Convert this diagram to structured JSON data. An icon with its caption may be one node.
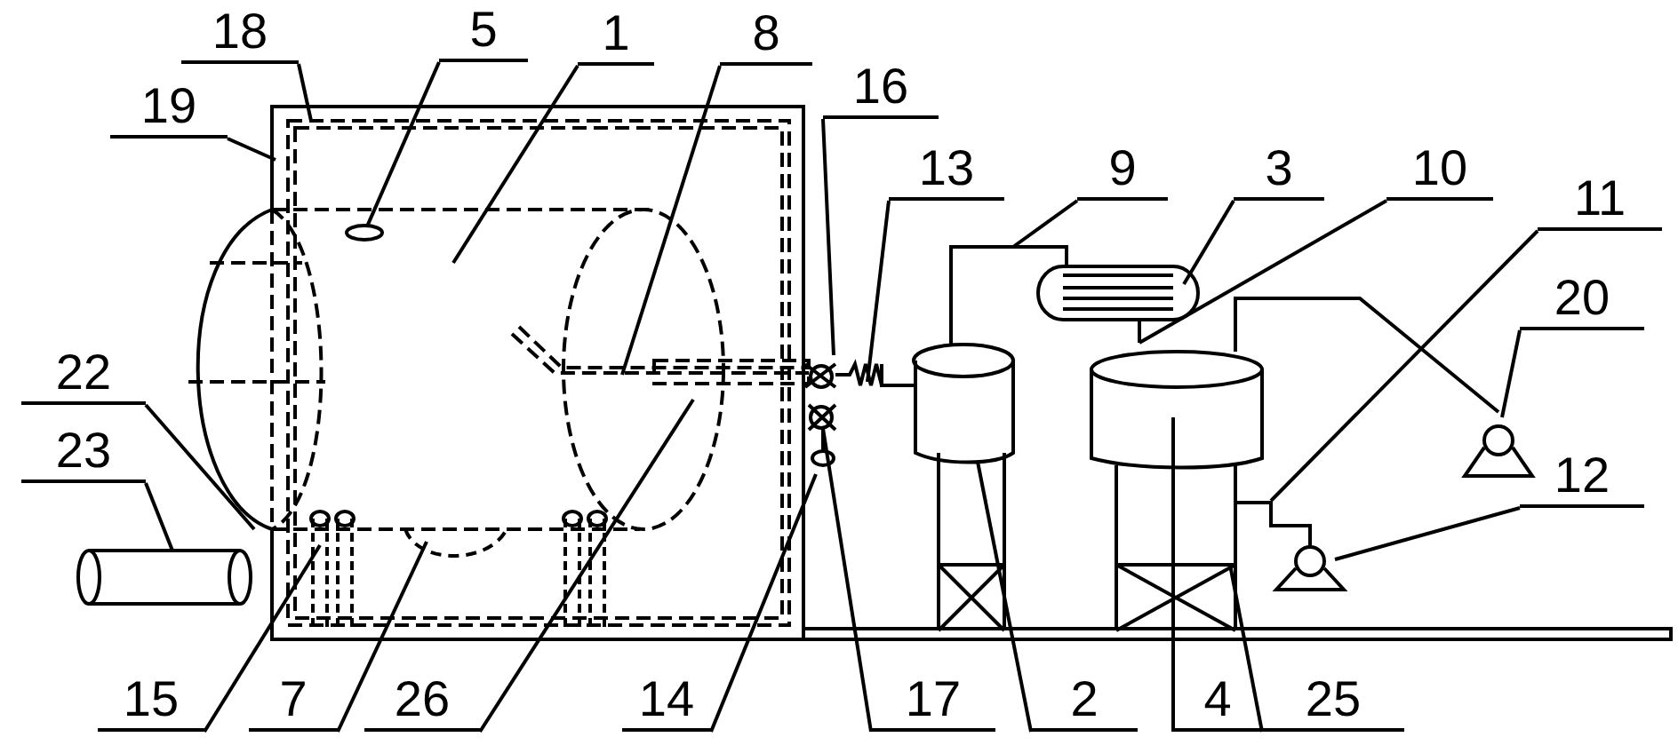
{
  "diagram": {
    "nodes": [
      {
        "text": [
          "18"
        ]
      },
      {
        "text": [
          "5"
        ]
      },
      {
        "text": [
          "1"
        ]
      },
      {
        "text": [
          "8"
        ]
      },
      {
        "text": [
          "16"
        ]
      },
      {
        "text": [
          "19"
        ]
      },
      {
        "text": [
          "13"
        ]
      },
      {
        "text": [
          "9"
        ]
      },
      {
        "text": [
          "3"
        ]
      },
      {
        "text": [
          "10"
        ]
      },
      {
        "text": [
          "11"
        ]
      },
      {
        "text": [
          "20"
        ]
      },
      {
        "text": [
          "22"
        ]
      },
      {
        "text": [
          "23"
        ]
      },
      {
        "text": [
          "12"
        ]
      },
      {
        "text": [
          "15"
        ]
      },
      {
        "text": [
          "7"
        ]
      },
      {
        "text": [
          "26"
        ]
      },
      {
        "text": [
          "14"
        ]
      },
      {
        "text": [
          "17"
        ]
      },
      {
        "text": [
          "2"
        ]
      },
      {
        "text": [
          "4"
        ]
      },
      {
        "text": [
          "25"
        ]
      },
      {
        "text": [],
        "shape": "circle"
      },
      {
        "text": [],
        "shape": "circle"
      }
    ],
    "edges": [
      {
        "from": 0,
        "to": null,
        "arrow": "none"
      },
      {
        "from": 1,
        "to": 23,
        "arrow": "none"
      },
      {
        "from": 2,
        "to": null,
        "arrow": "none"
      },
      {
        "from": 3,
        "to": null,
        "arrow": "none"
      },
      {
        "from": 4,
        "to": null,
        "arrow": "none"
      },
      {
        "from": 5,
        "to": null,
        "arrow": "none"
      },
      {
        "from": 6,
        "to": null,
        "arrow": "none"
      },
      {
        "from": 7,
        "to": null,
        "arrow": "none"
      },
      {
        "from": 8,
        "to": null,
        "arrow": "none"
      },
      {
        "from": 9,
        "to": null,
        "arrow": "none"
      },
      {
        "from": 10,
        "to": null,
        "arrow": "none"
      },
      {
        "from": 11,
        "to": null,
        "arrow": "none"
      },
      {
        "from": 12,
        "to": null,
        "arrow": "none"
      },
      {
        "from": 13,
        "to": null,
        "arrow": "none"
      },
      {
        "from": 14,
        "to": null,
        "arrow": "none"
      },
      {
        "from": 15,
        "to": null,
        "arrow": "none"
      },
      {
        "from": 16,
        "to": null,
        "arrow": "none"
      },
      {
        "from": 17,
        "to": null,
        "arrow": "none"
      },
      {
        "from": 18,
        "to": null,
        "arrow": "none"
      },
      {
        "from": 19,
        "to": 24,
        "arrow": "none"
      },
      {
        "from": 20,
        "to": null,
        "arrow": "none"
      },
      {
        "from": 21,
        "to": null,
        "arrow": "none"
      },
      {
        "from": 22,
        "to": null,
        "arrow": "none"
      }
    ]
  }
}
